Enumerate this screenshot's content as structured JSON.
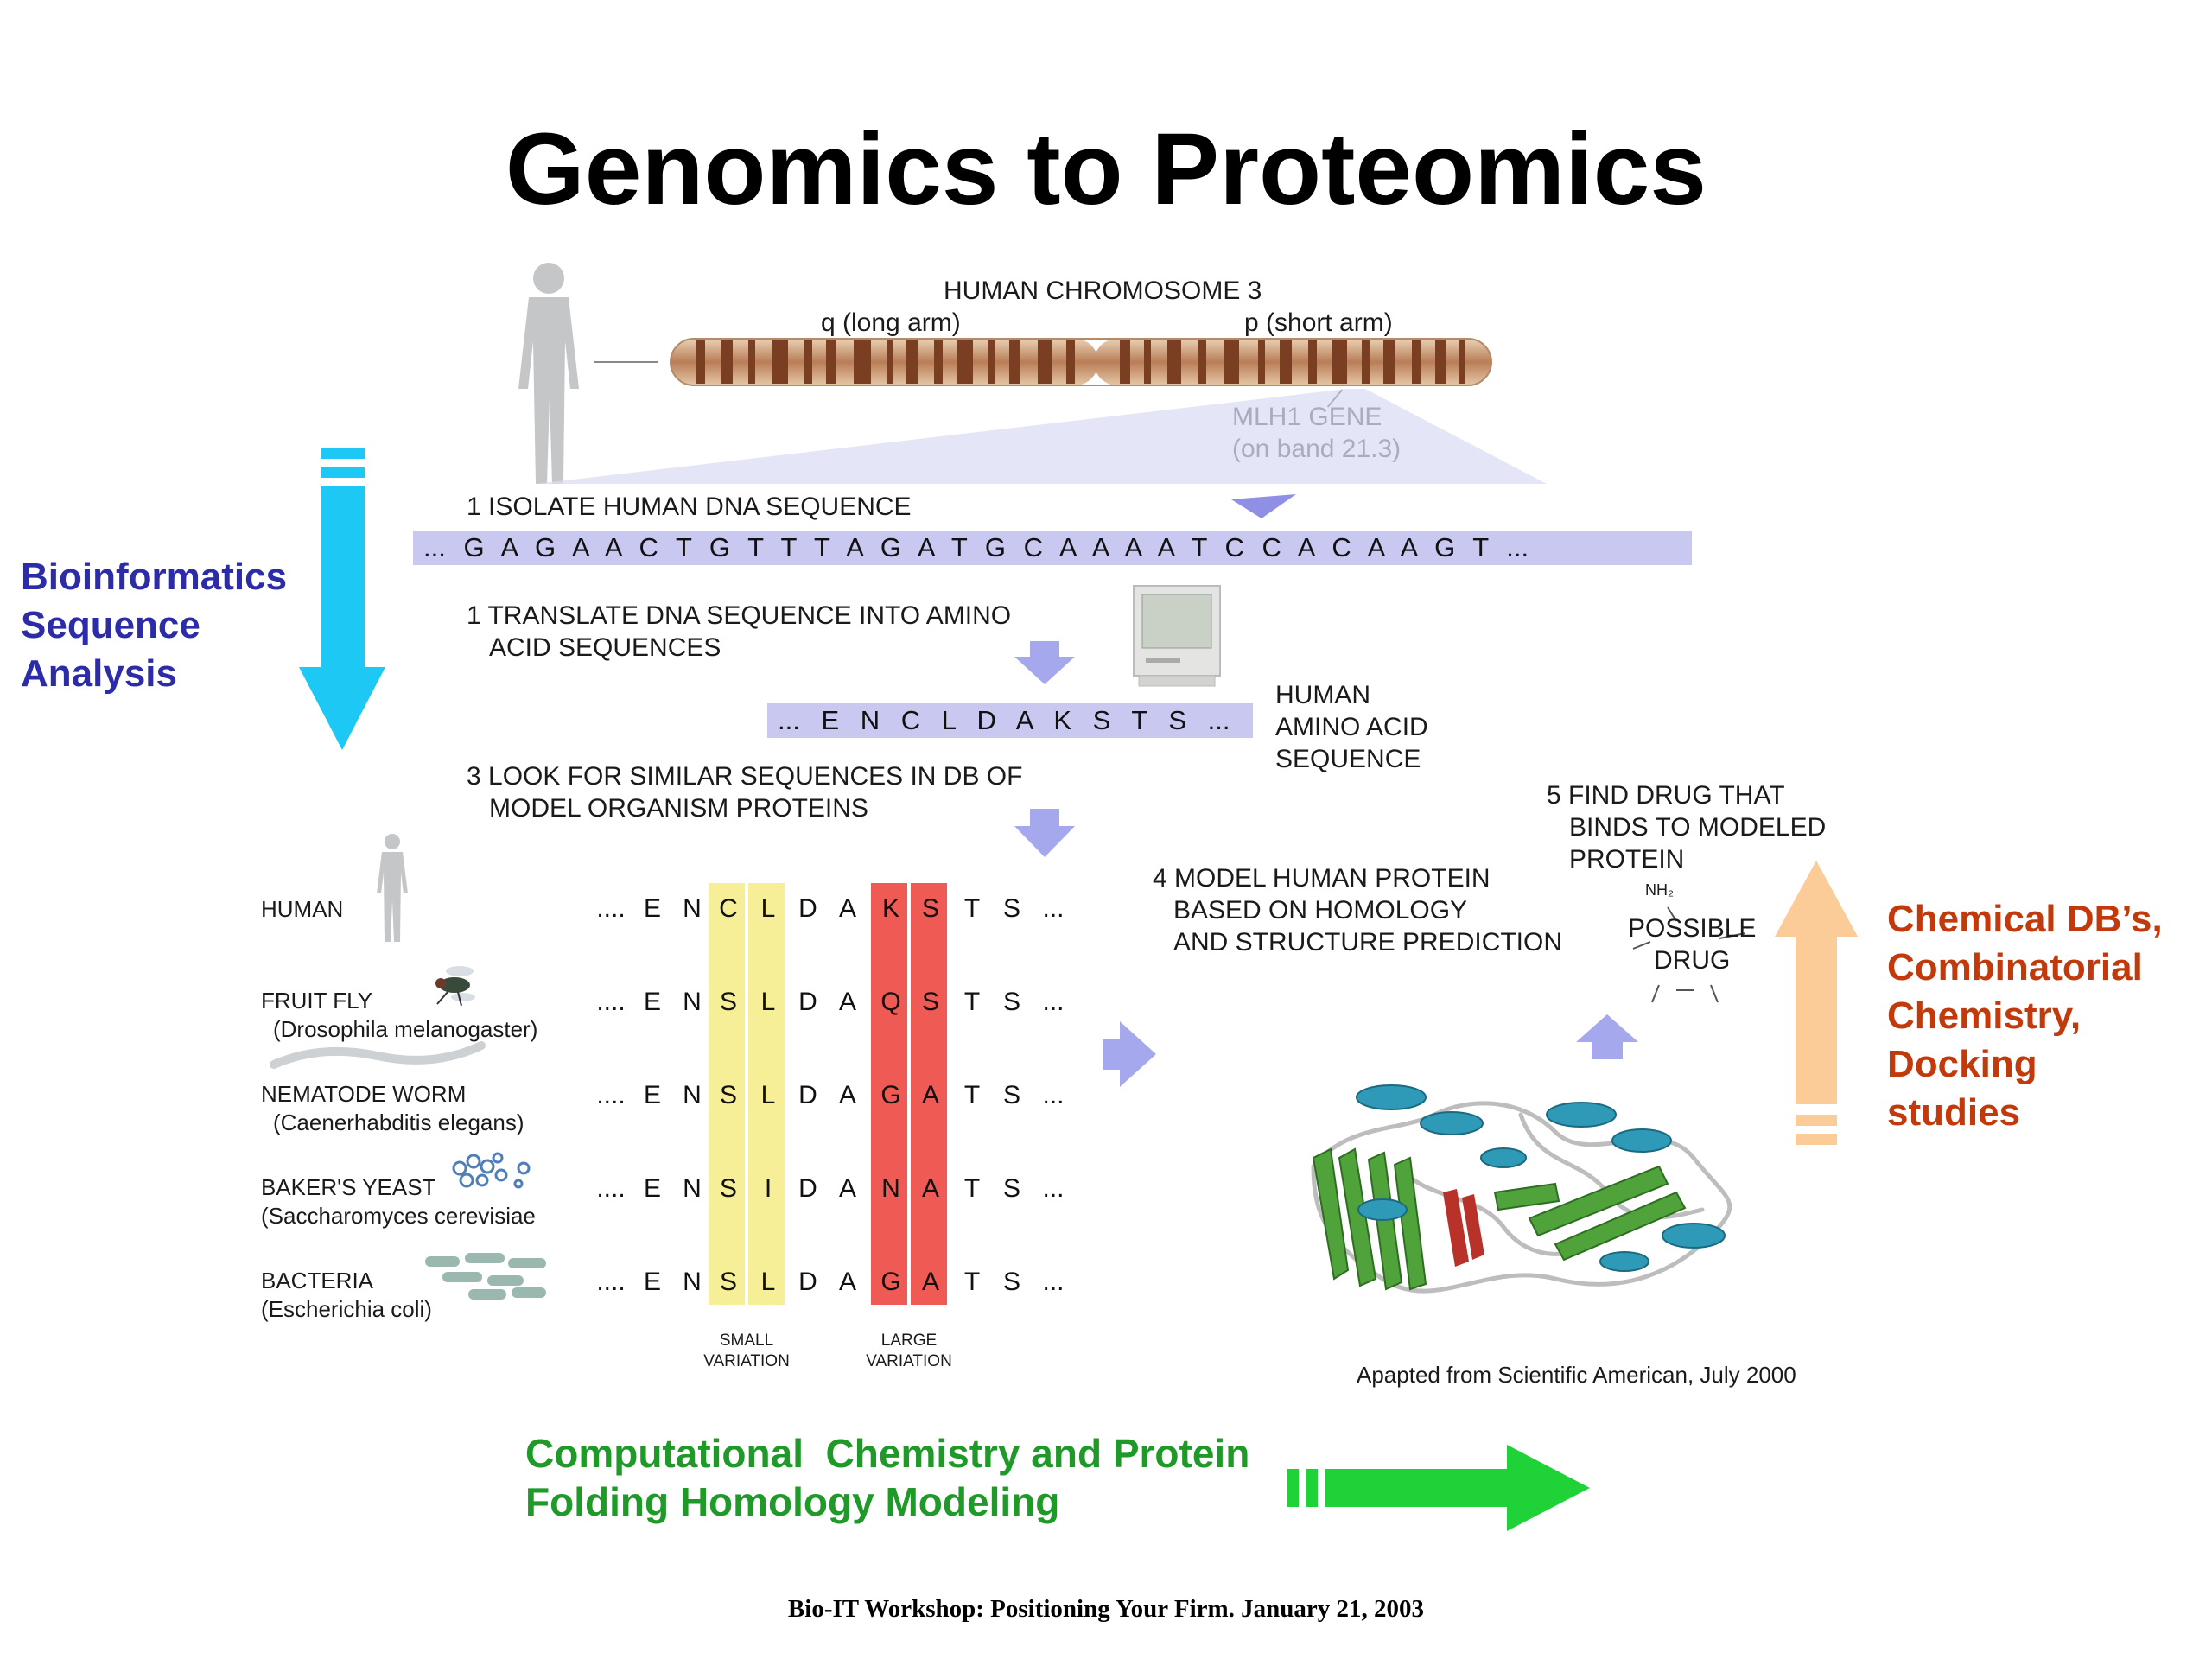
{
  "title": "Genomics to Proteomics",
  "chromosome": {
    "title": "HUMAN CHROMOSOME 3",
    "q_arm": "q (long arm)",
    "p_arm": "p (short arm)",
    "gene_line1": "MLH1 GENE",
    "gene_line2": "(on band 21.3)"
  },
  "steps": {
    "step1_label": "1 ISOLATE HUMAN DNA SEQUENCE",
    "dna_sequence": "... G A G A A C T G T T T A G A T G C A A A A T C C A C A A G T ...",
    "step2_line1": "1 TRANSLATE DNA SEQUENCE INTO AMINO",
    "step2_line2": "ACID SEQUENCES",
    "amino_sequence": "... E N C L D A K S T S ...",
    "amino_label_line1": "HUMAN",
    "amino_label_line2": "AMINO ACID",
    "amino_label_line3": "SEQUENCE",
    "step3_line1": "3 LOOK FOR SIMILAR SEQUENCES IN DB OF",
    "step3_line2": "MODEL ORGANISM PROTEINS",
    "step4_line1": "4 MODEL HUMAN PROTEIN",
    "step4_line2": "BASED ON HOMOLOGY",
    "step4_line3": "AND STRUCTURE PREDICTION",
    "step5_line1": "5 FIND DRUG THAT",
    "step5_line2": "BINDS TO MODELED",
    "step5_line3": "PROTEIN",
    "drug_line1": "POSSIBLE",
    "drug_line2": "DRUG",
    "drug_nh2": "NH₂"
  },
  "organisms": [
    {
      "name": "HUMAN",
      "latin": "",
      "seq": [
        "....",
        "E",
        "N",
        "C",
        "L",
        "D",
        "A",
        "K",
        "S",
        "T",
        "S",
        "..."
      ]
    },
    {
      "name": "FRUIT FLY",
      "latin": "(Drosophila melanogaster)",
      "seq": [
        "....",
        "E",
        "N",
        "S",
        "L",
        "D",
        "A",
        "Q",
        "S",
        "T",
        "S",
        "..."
      ]
    },
    {
      "name": "NEMATODE WORM",
      "latin": "(Caenerhabditis elegans)",
      "seq": [
        "....",
        "E",
        "N",
        "S",
        "L",
        "D",
        "A",
        "G",
        "A",
        "T",
        "S",
        "..."
      ]
    },
    {
      "name": "BAKER'S YEAST",
      "latin": "(Saccharomyces cerevisiae",
      "seq": [
        "....",
        "E",
        "N",
        "S",
        "I",
        "D",
        "A",
        "N",
        "A",
        "T",
        "S",
        "..."
      ]
    },
    {
      "name": "BACTERIA",
      "latin": "(Escherichia coli)",
      "seq": [
        "....",
        "E",
        "N",
        "S",
        "L",
        "D",
        "A",
        "G",
        "A",
        "T",
        "S",
        "..."
      ]
    }
  ],
  "variation": {
    "small_line1": "SMALL",
    "small_line2": "VARIATION",
    "large_line1": "LARGE",
    "large_line2": "VARIATION"
  },
  "credit": "Apapted from Scientific American, July 2000",
  "bioinformatics_label": [
    "Bioinformatics",
    "Sequence",
    "Analysis"
  ],
  "chemical_label": [
    "Chemical DB’s,",
    "Combinatorial",
    "Chemistry,",
    "Docking",
    "studies"
  ],
  "computational_label": [
    "Computational  Chemistry and Protein",
    "Folding Homology Modeling"
  ],
  "footer": "Bio-IT Workshop: Positioning Your Firm. January 21, 2003",
  "colors": {
    "bioinformatics": "#2d2ca8",
    "chemical": "#c23a0c",
    "computational": "#1f9a28",
    "cyan_arrow": "#1ec8f5",
    "peach_arrow": "#fbcb98",
    "green_arrow": "#1ed238",
    "small_variation": "#f7ee98",
    "large_variation": "#ef5a54",
    "sequence_bar": "#c9c8f0"
  }
}
